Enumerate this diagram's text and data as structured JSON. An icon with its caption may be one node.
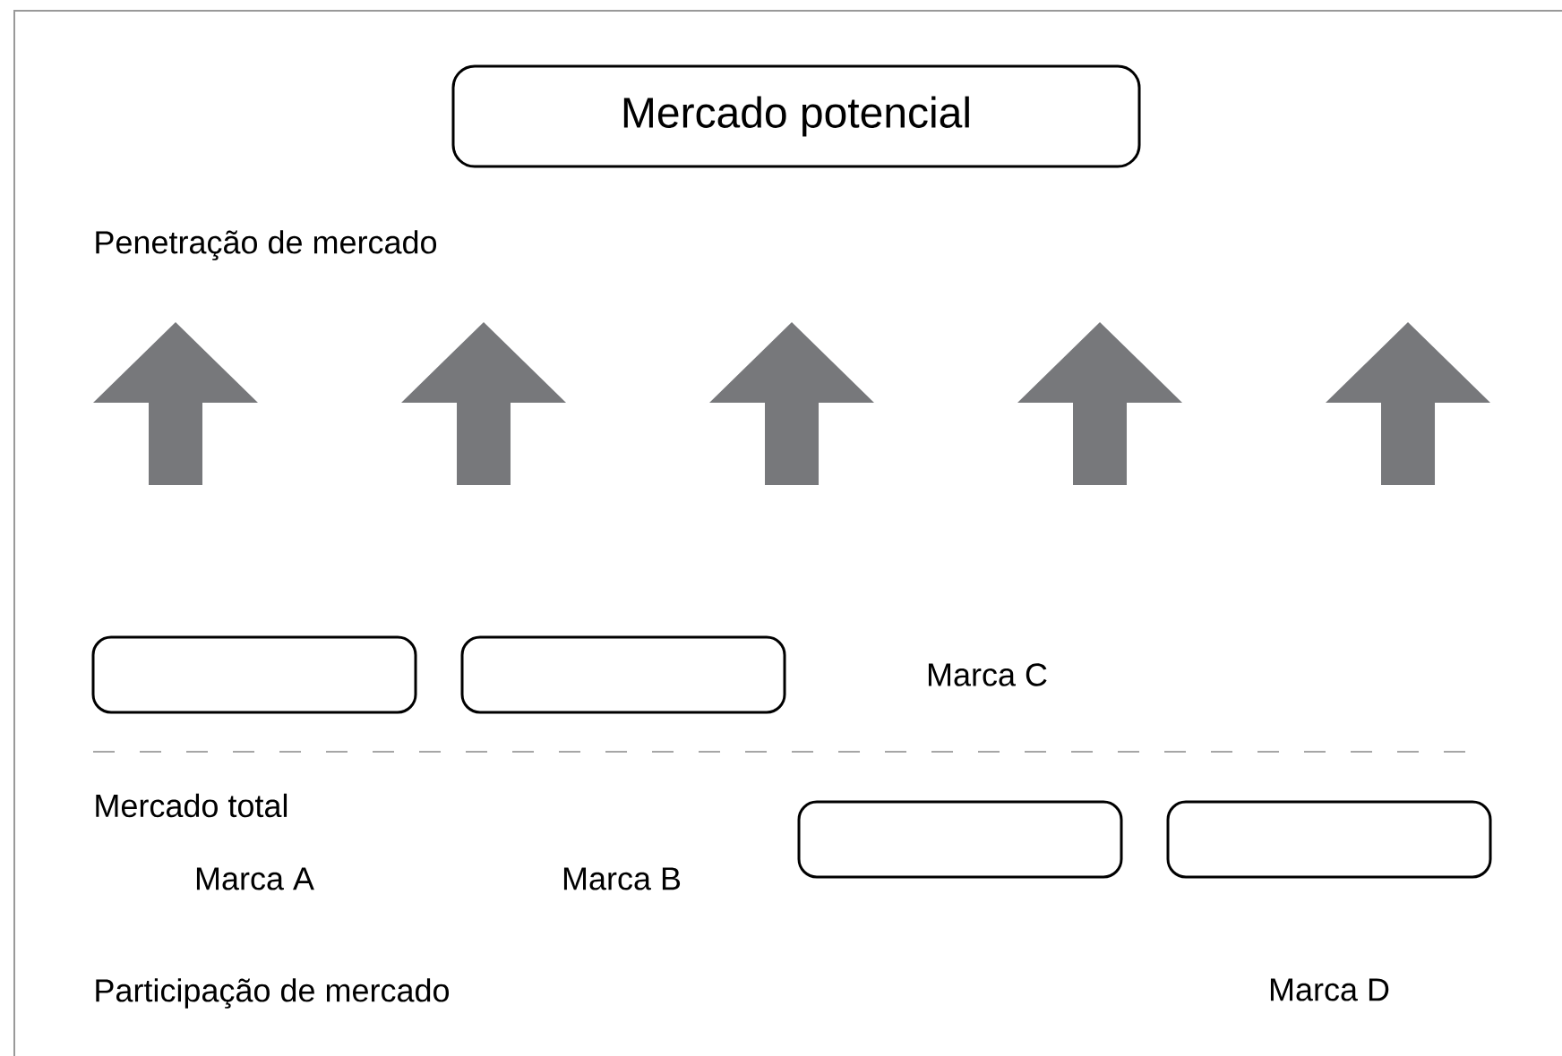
{
  "diagram": {
    "nodes": [
      {
        "text": [
          "Mercado potencial"
        ]
      },
      {
        "text": [],
        "shape": "box"
      },
      {
        "text": [],
        "shape": "box"
      },
      {
        "text": [],
        "shape": "box"
      },
      {
        "text": [],
        "shape": "box"
      }
    ],
    "labels": [
      "Penetração de mercado",
      "Marca C",
      "Mercado total",
      "Marca A",
      "Marca B",
      "Participação de mercado",
      "Marca D"
    ]
  }
}
